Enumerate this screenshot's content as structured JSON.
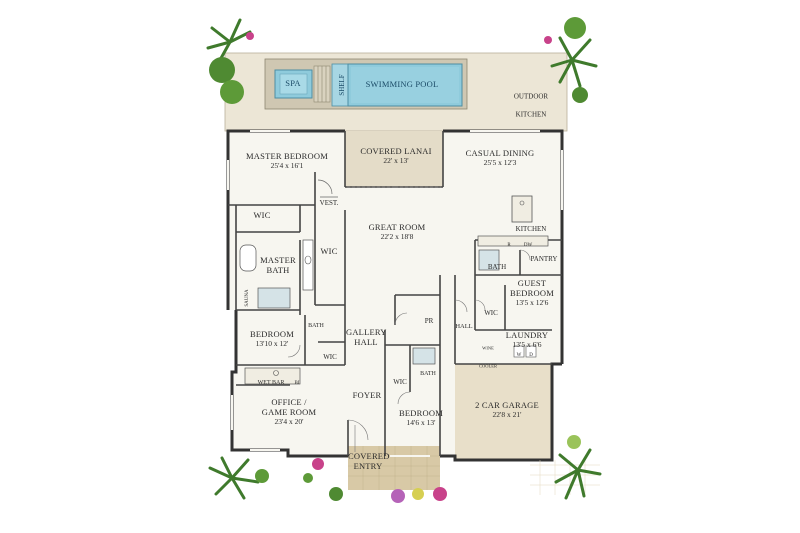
{
  "rooms": {
    "spa": "SPA",
    "shelf": "SHELF",
    "pool": "SWIMMING POOL",
    "outdoor_kitchen": "OUTDOOR KITCHEN",
    "master_bedroom": {
      "name": "MASTER BEDROOM",
      "dims": "25'4 x 16'1"
    },
    "covered_lanai": {
      "name": "COVERED LANAI",
      "dims": "22' x 13'"
    },
    "casual_dining": {
      "name": "CASUAL DINING",
      "dims": "25'5 x 12'3"
    },
    "vest": "VEST.",
    "great_room": {
      "name": "GREAT ROOM",
      "dims": "22'2 x 18'8"
    },
    "wic_master_closet": "WIC",
    "wic_master_bath": "WIC",
    "master_bath": "MASTER BATH",
    "kitchen": "KITCHEN",
    "fridge": "R",
    "dishwasher": "DW",
    "bath_guest": "BATH",
    "pantry": "PANTRY",
    "sauna": "SAUNA",
    "guest_bedroom": {
      "name": "GUEST BEDROOM",
      "dims": "13'5 x 12'6"
    },
    "wic_guest": "WIC",
    "powder_room": "PR",
    "hall": "HALL",
    "bath_bedroom2": "BATH",
    "bedroom_2": {
      "name": "BEDROOM",
      "dims": "13'10 x 12'"
    },
    "gallery_hall": "GALLERY HALL",
    "laundry": {
      "name": "LAUNDRY",
      "dims": "13'5 x 6'6"
    },
    "washer": "W",
    "dryer": "D",
    "wine_cooler": "WINE COOLER",
    "wic_bedroom2": "WIC",
    "wic_bedroom3": "WIC",
    "bath_bedroom3": "BATH",
    "wet_bar": "WET BAR",
    "wet_bar_appliance": "BI",
    "office": {
      "name": "OFFICE / GAME ROOM",
      "dims": "23'4 x 20'"
    },
    "foyer": "FOYER",
    "bedroom_3": {
      "name": "BEDROOM",
      "dims": "14'6 x 13'"
    },
    "garage": {
      "name": "2 CAR GARAGE",
      "dims": "22'8 x 21'"
    },
    "covered_entry": "COVERED ENTRY"
  },
  "colors": {
    "floor": "#f7f6f0",
    "terrace": "#ece6d6",
    "lanai": "#e4dcc8",
    "garage": "#e8dfc9",
    "entry_pavers": "#d8c9a6",
    "pool_water": "#8fcbdc",
    "pool_coping": "#cfc7b2",
    "walls": "#333333",
    "foliage": "#3f7a2c",
    "flowers": "#c8428a"
  }
}
